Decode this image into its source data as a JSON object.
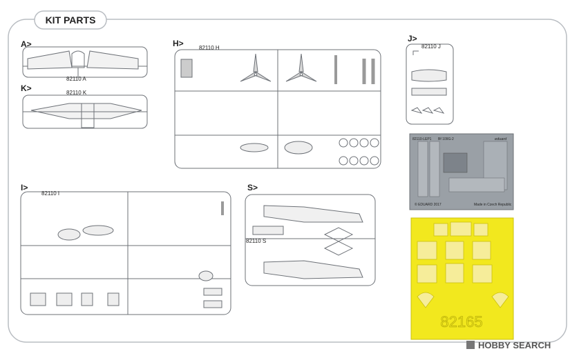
{
  "header": {
    "title": "KIT PARTS"
  },
  "sprues": {
    "A": {
      "label": "A>",
      "code": "82110 A"
    },
    "K": {
      "label": "K>",
      "code": "82110 K"
    },
    "H": {
      "label": "H>",
      "code": "82110 H"
    },
    "J": {
      "label": "J>",
      "code": "82110 J"
    },
    "I": {
      "label": "I>",
      "code": "82110 I"
    },
    "S": {
      "label": "S>",
      "code": "82110 S"
    }
  },
  "photo_etch": {
    "code": "82110-LEP1",
    "name": "Bf 109G-2",
    "brand": "eduard",
    "copyright": "© EDUARD 2017",
    "origin": "Made in Czech Republic"
  },
  "mask": {
    "number": "82165",
    "color": "#f2e81e"
  },
  "watermark": {
    "text": "HOBBY SEARCH"
  },
  "colors": {
    "frame": "#b9bdc2",
    "sprue": "#6c7076",
    "pe_fret": "#9aa0a6",
    "mask": "#f2e81e"
  }
}
